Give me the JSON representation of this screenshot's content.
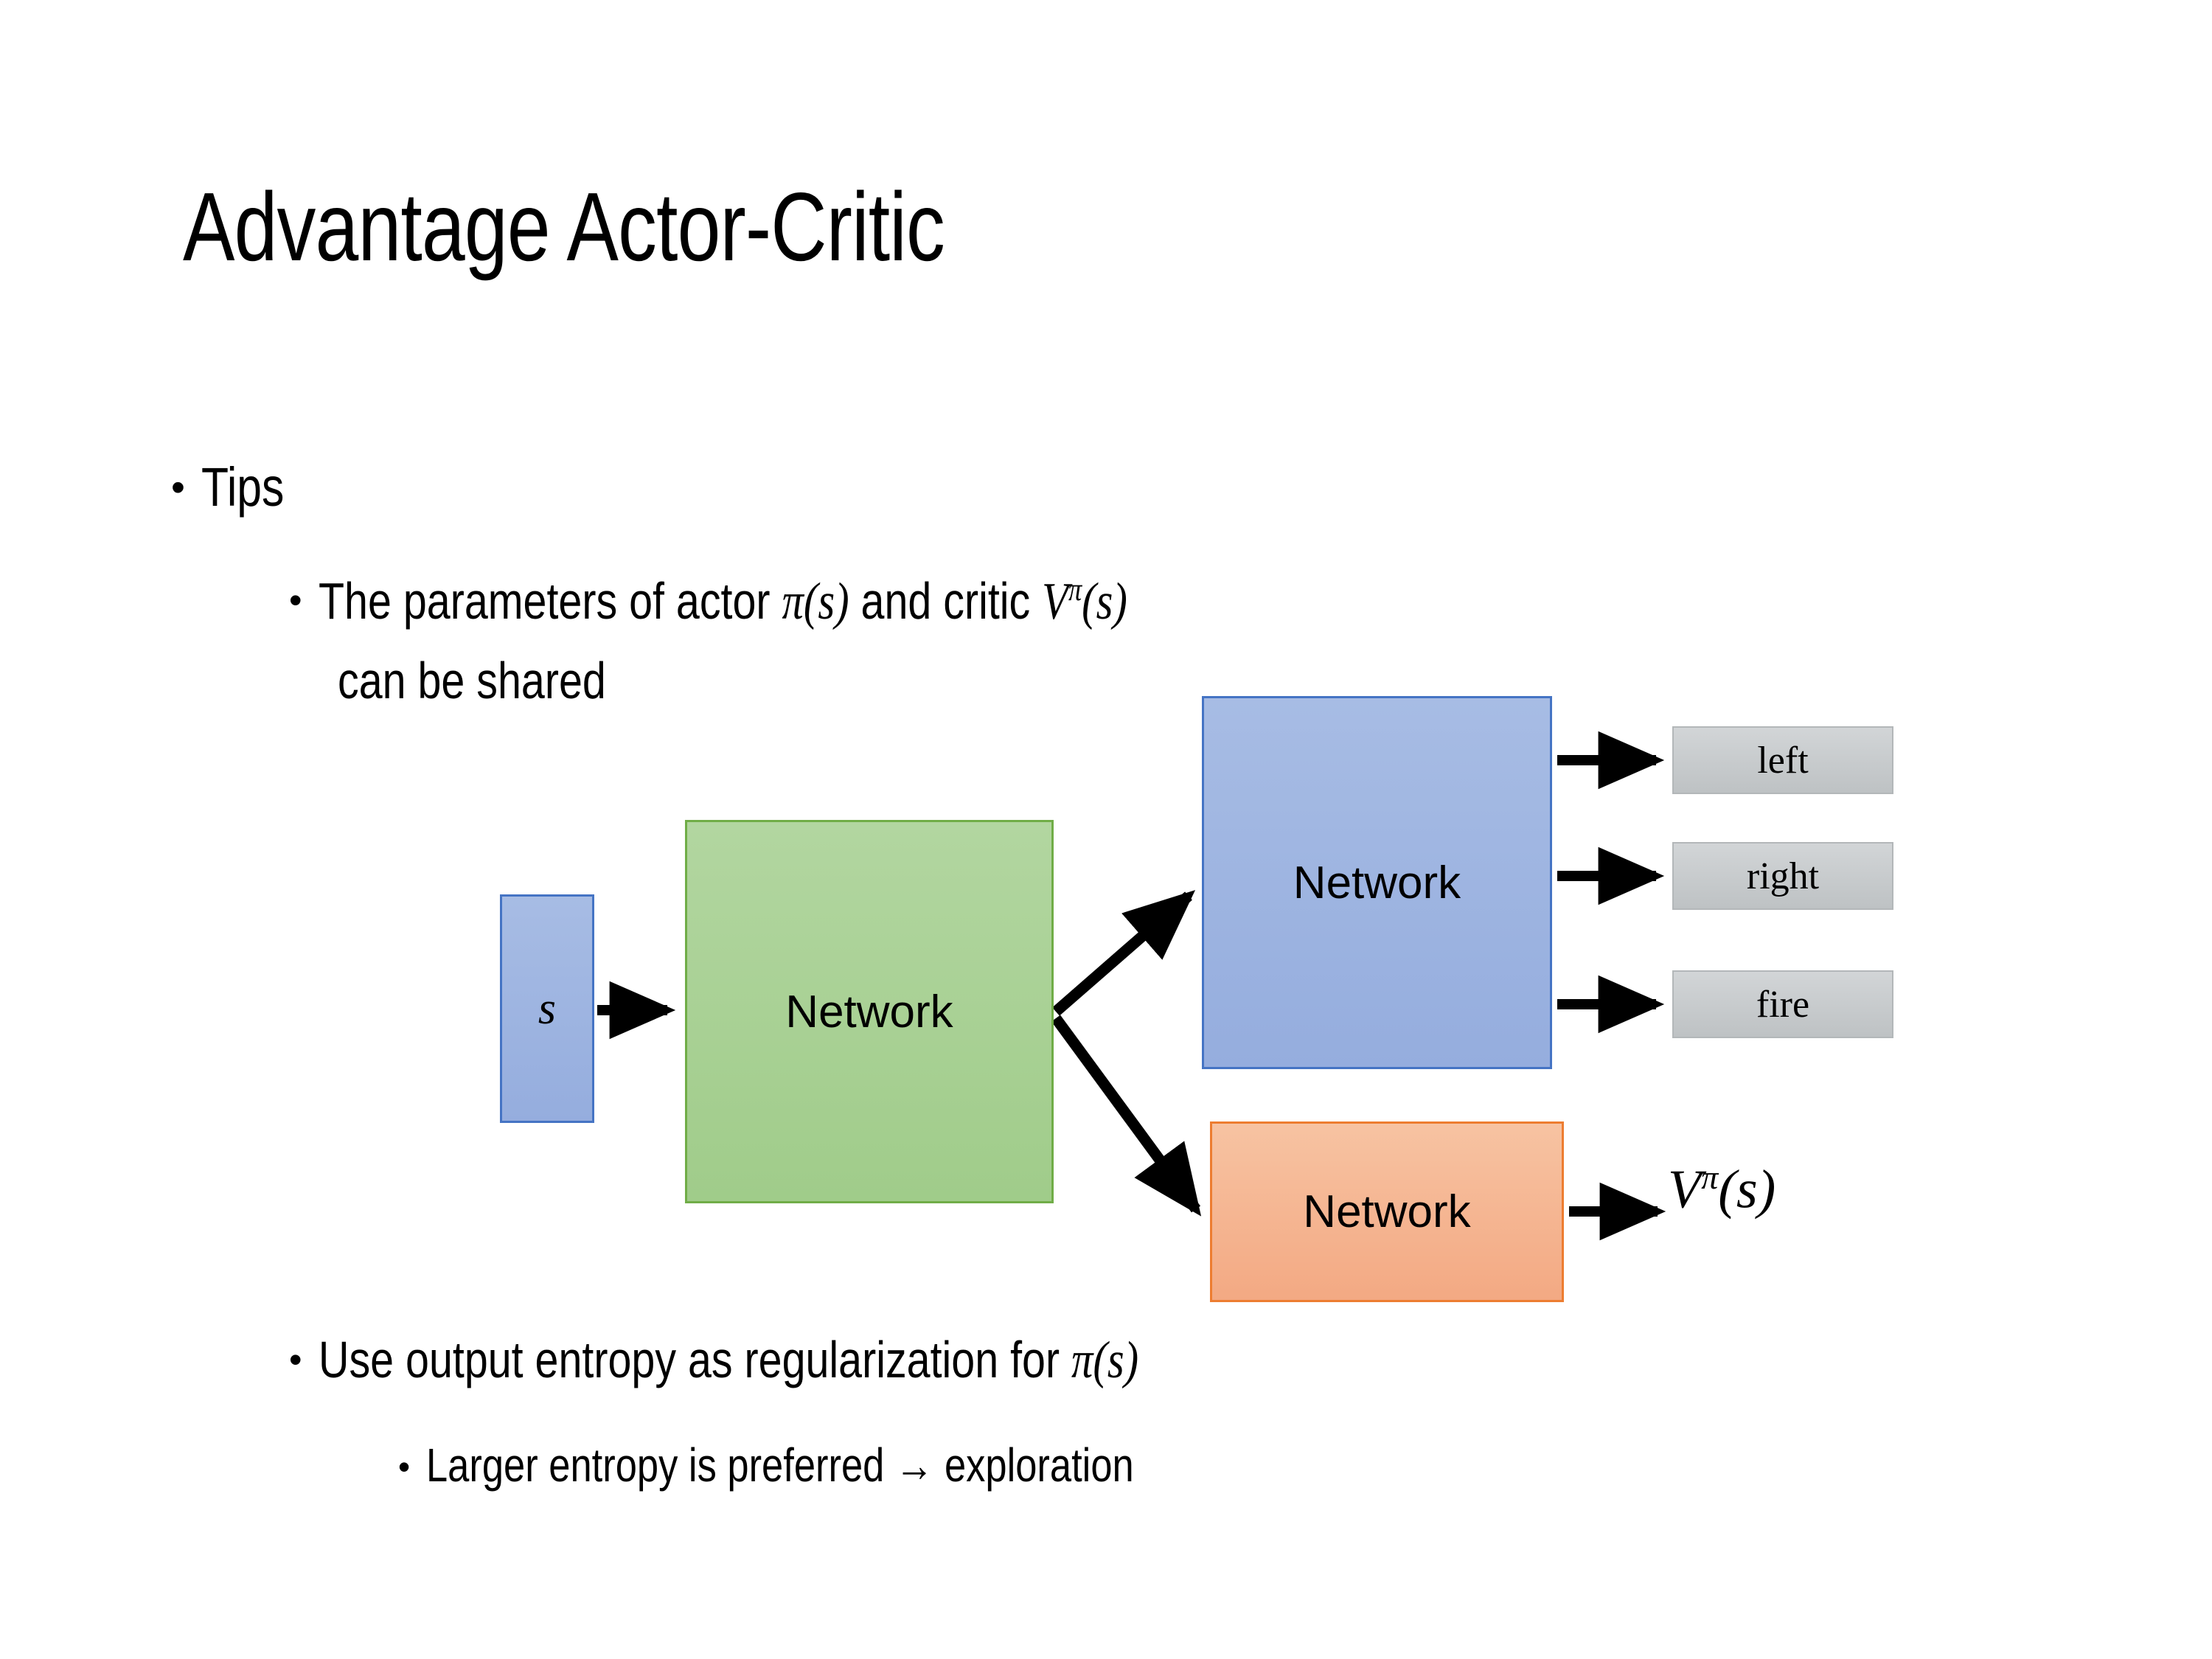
{
  "slide": {
    "title": "Advantage Actor-Critic",
    "bullet_char": "•"
  },
  "bullets": [
    {
      "level": 1,
      "text": "Tips"
    },
    {
      "level": 2,
      "text_pre": "The parameters of actor ",
      "math1": "π(s)",
      "text_mid": "  and critic ",
      "math2_base": "V",
      "math2_sup": "π",
      "math2_post": "(s)"
    },
    {
      "level": 2,
      "continuation": "can be shared"
    },
    {
      "level": 2,
      "text_pre": "Use output entropy as regularization for ",
      "math1": "π(s)"
    },
    {
      "level": 3,
      "text": "Larger entropy is preferred → exploration"
    }
  ],
  "diagram": {
    "input_box": {
      "label": "s",
      "color": "#95ADDE",
      "border": "#4574C4"
    },
    "shared_network": {
      "label": "Network",
      "color": "#A0CC8A",
      "border": "#70AD47"
    },
    "actor_network": {
      "label": "Network",
      "color": "#95ADDE",
      "border": "#4574C4"
    },
    "critic_network": {
      "label": "Network",
      "color": "#F3A983",
      "border": "#ED7D31"
    },
    "actions": [
      {
        "label": "left",
        "color": "#C6C9CB"
      },
      {
        "label": "right",
        "color": "#C6C9CB"
      },
      {
        "label": "fire",
        "color": "#C6C9CB"
      }
    ],
    "value_output": {
      "base": "V",
      "sup": "π",
      "post": "(s)"
    }
  }
}
